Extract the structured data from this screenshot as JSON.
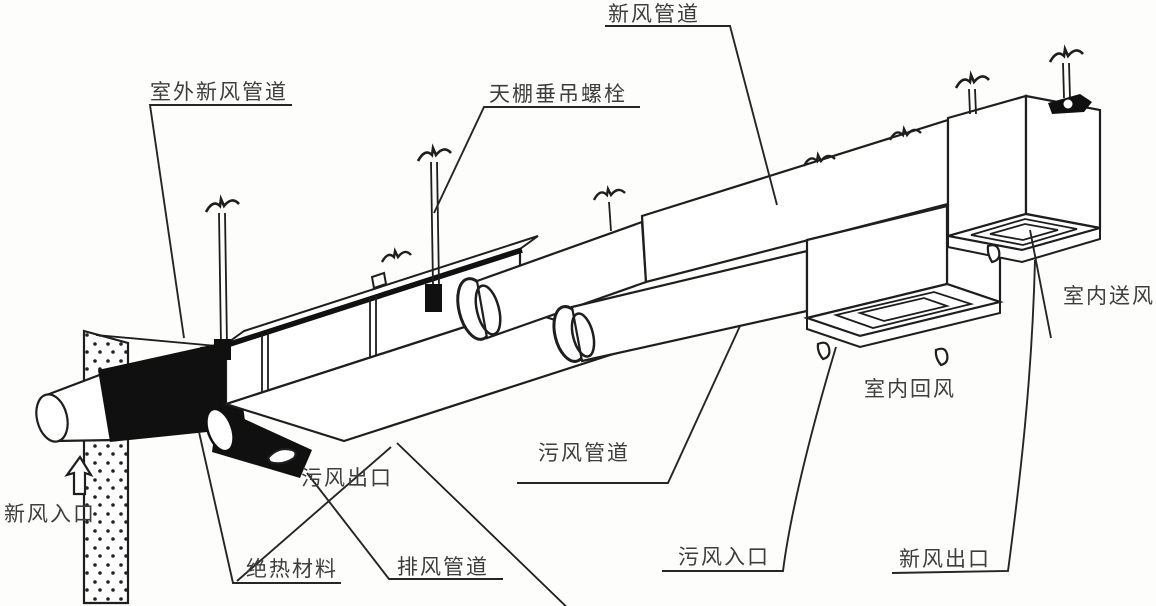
{
  "figure": {
    "description": "isometric line drawing of a ceiling-suspended heat-recovery ventilator with ducts, wall penetration and two ceiling diffuser boxes",
    "colors": {
      "ink": "#1e1e1e",
      "paper": "#fdfdfc",
      "label_text": "#3e3e3e",
      "insulation_fill": "#101010"
    },
    "labels": {
      "fresh_air_duct": "新风管道",
      "outdoor_fresh_air_duct": "室外新风管道",
      "ceiling_suspension_bolt": "天棚垂吊螺栓",
      "indoor_supply_air": "室内送风",
      "indoor_return_air": "室内回风",
      "fresh_air_inlet": "新风入口",
      "foul_air_outlet": "污风出口",
      "foul_air_duct": "污风管道",
      "insulation_material": "绝热材料",
      "exhaust_air_duct": "排风管道",
      "foul_air_inlet": "污风入口",
      "fresh_air_outlet": "新风出口"
    }
  }
}
